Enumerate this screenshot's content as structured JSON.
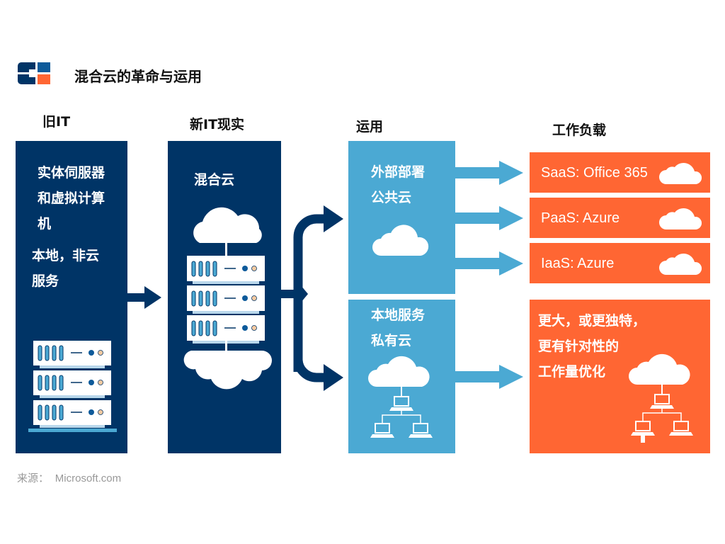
{
  "header": {
    "logo": "cloud-cross-logo",
    "title": "混合云的革命与运用"
  },
  "columns": [
    {
      "heading": "旧IT"
    },
    {
      "heading": "新IT现实"
    },
    {
      "heading": "运用"
    },
    {
      "heading": "工作负载"
    }
  ],
  "old_it": {
    "line1": "实体伺服器",
    "line2": "和虚拟计算",
    "line3": "机",
    "line4": "本地，非云",
    "line5": "服务",
    "icon": "server-rack-icon"
  },
  "new_it": {
    "label": "混合云",
    "icon": "hybrid-cloud-server-icon"
  },
  "usage": {
    "public": {
      "line1": "外部部署",
      "line2": "公共云",
      "icon": "cloud-icon"
    },
    "private": {
      "line1": "本地服务",
      "line2": "私有云",
      "icon": "cloud-network-icon"
    }
  },
  "workloads": {
    "items": [
      {
        "label": "SaaS: Office 365",
        "icon": "cloud-icon"
      },
      {
        "label": "PaaS: Azure",
        "icon": "cloud-icon"
      },
      {
        "label": "IaaS: Azure",
        "icon": "cloud-icon"
      }
    ],
    "optimized": {
      "line1": "更大，或更独特，",
      "line2": "更有针对性的",
      "line3": "工作量优化",
      "icon": "cloud-network-icon"
    }
  },
  "footer": {
    "source_label": "来源：",
    "source_value": "Microsoft.com"
  },
  "colors": {
    "navy": "#003466",
    "light_blue": "#4ba9d3",
    "orange": "#ff6633"
  }
}
